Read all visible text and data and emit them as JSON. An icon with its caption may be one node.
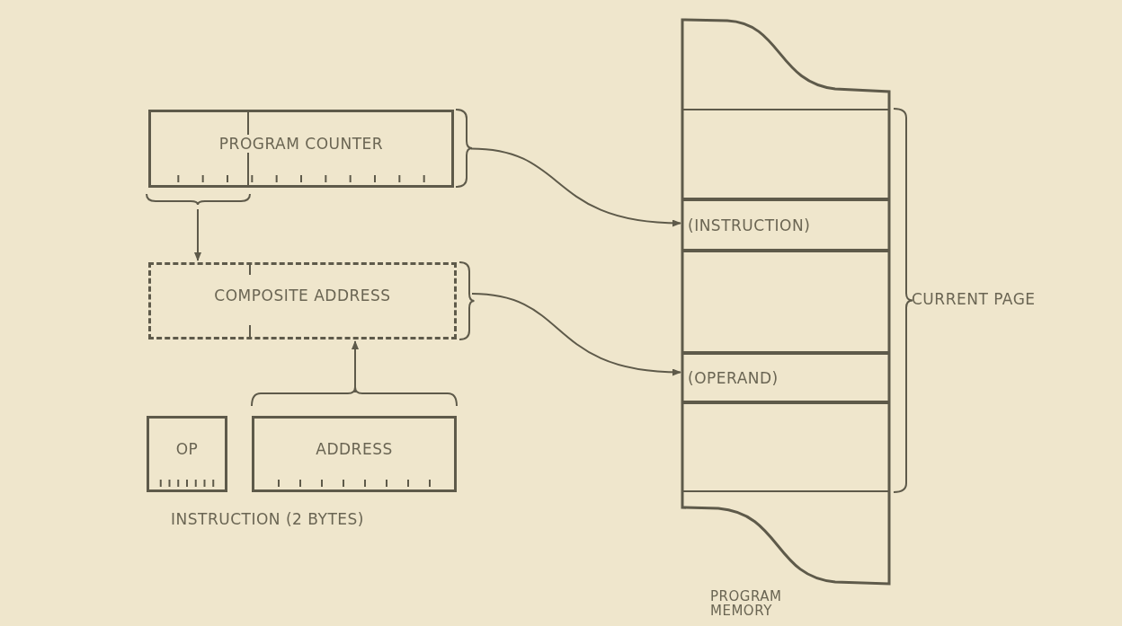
{
  "diagram": {
    "nodes": [
      {
        "text": [
          "PROGRAM MEMORY"
        ]
      },
      {
        "text": [],
        "shape": "box",
        "in": 0
      },
      {
        "text": [
          "(INSTRUCTION)"
        ],
        "in": 0
      },
      {
        "text": [],
        "shape": "box",
        "in": 0
      },
      {
        "text": [
          "(OPERAND)"
        ],
        "in": 0
      },
      {
        "text": [],
        "shape": "box",
        "in": 0
      },
      {
        "text": [
          "PROGRAM COUNTER"
        ]
      },
      {
        "text": [
          "COMPOSITE ADDRESS"
        ]
      },
      {
        "text": [
          "OP"
        ]
      },
      {
        "text": [
          "ADDRESS"
        ]
      }
    ],
    "edges": [
      {
        "from": 6,
        "to": 2,
        "arrow": "to"
      },
      {
        "from": 6,
        "to": 7,
        "arrow": "to"
      },
      {
        "from": 7,
        "to": 4,
        "arrow": "to"
      },
      {
        "from": 9,
        "to": 7,
        "arrow": "to"
      }
    ],
    "labels": [
      "CURRENT PAGE",
      "INSTRUCTION (2 BYTES)"
    ]
  }
}
